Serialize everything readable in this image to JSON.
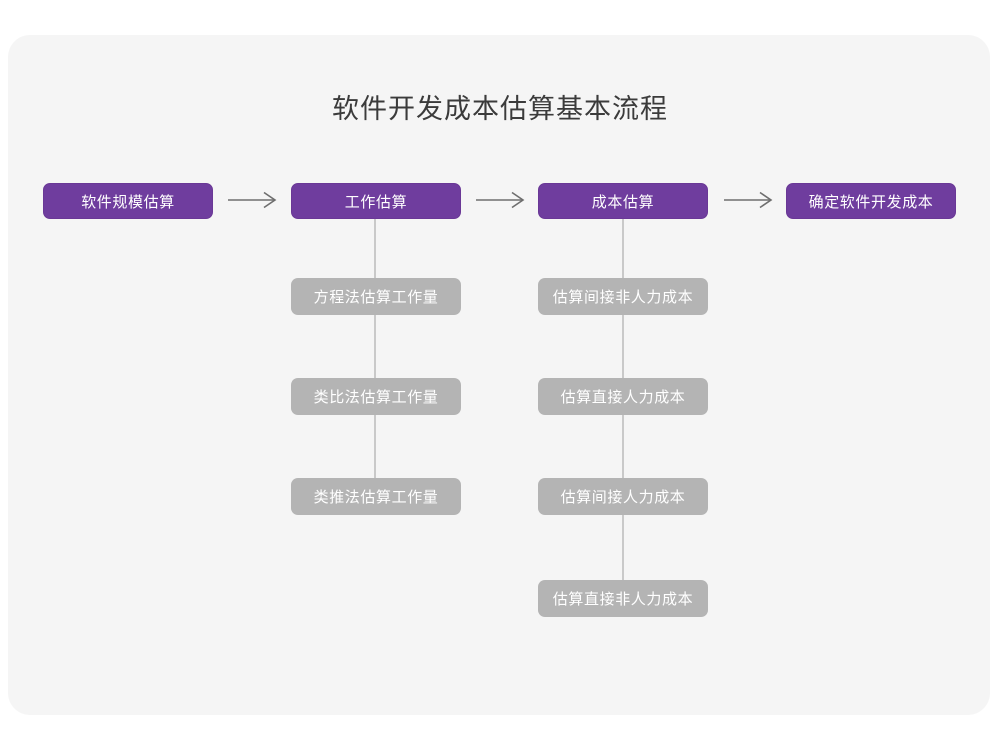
{
  "page": {
    "title": "软件开发成本估算基本流程",
    "background_color": "#ffffff",
    "card_color": "#f5f5f5",
    "primary_color": "#6f3d9e",
    "sub_color": "#b4b4b4",
    "connector_color": "#c9c9c9",
    "title_color": "#3b3b3b"
  },
  "flow": {
    "arrows": [
      {
        "name": "arrow-1",
        "glyph": "→"
      },
      {
        "name": "arrow-2",
        "glyph": "→"
      },
      {
        "name": "arrow-3",
        "glyph": "→"
      }
    ],
    "stages": [
      {
        "id": "stage-1",
        "label": "软件规模估算",
        "substeps": []
      },
      {
        "id": "stage-2",
        "label": "工作估算",
        "substeps": [
          {
            "label": "方程法估算工作量"
          },
          {
            "label": "类比法估算工作量"
          },
          {
            "label": "类推法估算工作量"
          }
        ]
      },
      {
        "id": "stage-3",
        "label": "成本估算",
        "substeps": [
          {
            "label": "估算间接非人力成本"
          },
          {
            "label": "估算直接人力成本"
          },
          {
            "label": "估算间接人力成本"
          },
          {
            "label": "估算直接非人力成本"
          }
        ]
      },
      {
        "id": "stage-4",
        "label": "确定软件开发成本",
        "substeps": []
      }
    ]
  }
}
